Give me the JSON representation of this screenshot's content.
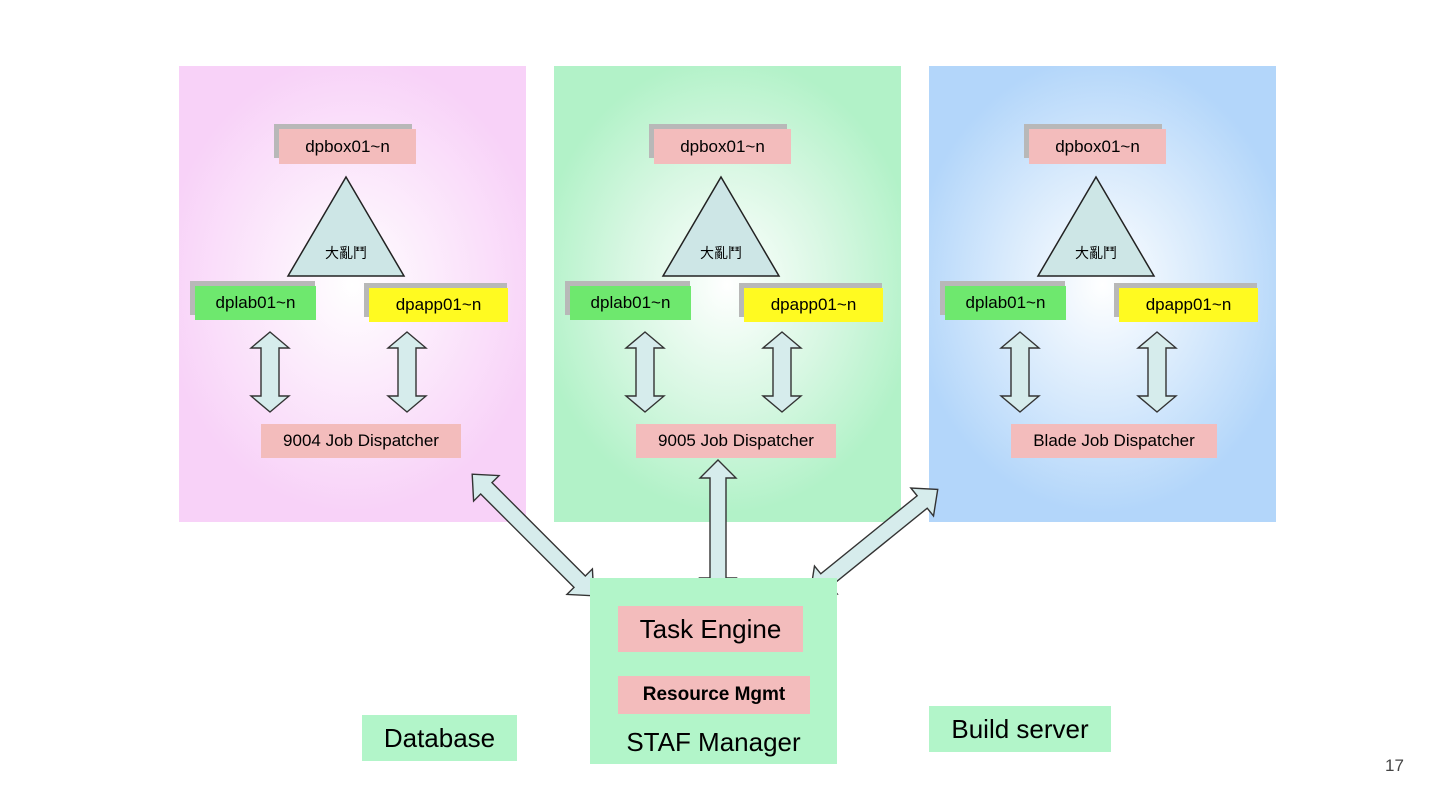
{
  "groups": [
    {
      "id": "database",
      "top": "dpbox01~n",
      "triangle": "大亂鬥",
      "left": "dplab01~n",
      "right": "dpapp01~n",
      "dispatcher": "9004 Job Dispatcher",
      "label": "Database",
      "color": "#f8d2f8"
    },
    {
      "id": "staf",
      "top": "dpbox01~n",
      "triangle": "大亂鬥",
      "left": "dplab01~n",
      "right": "dpapp01~n",
      "dispatcher": "9005 Job Dispatcher",
      "color": "#b2f2c8"
    },
    {
      "id": "build",
      "top": "dpbox01~n",
      "triangle": "大亂鬥",
      "left": "dplab01~n",
      "right": "dpapp01~n",
      "dispatcher": "Blade Job Dispatcher",
      "label": "Build server",
      "color": "#b3d6fa"
    }
  ],
  "manager": {
    "task_engine": "Task Engine",
    "resource_mgmt": "Resource Mgmt",
    "title": "STAF Manager"
  },
  "page_number": "17",
  "colors": {
    "box_salmon": "#f3bcbc",
    "box_green": "#6ee86e",
    "box_yellow": "#fffa21",
    "arrow_fill": "#d6ecec",
    "triangle_fill": "#cde6e6"
  }
}
